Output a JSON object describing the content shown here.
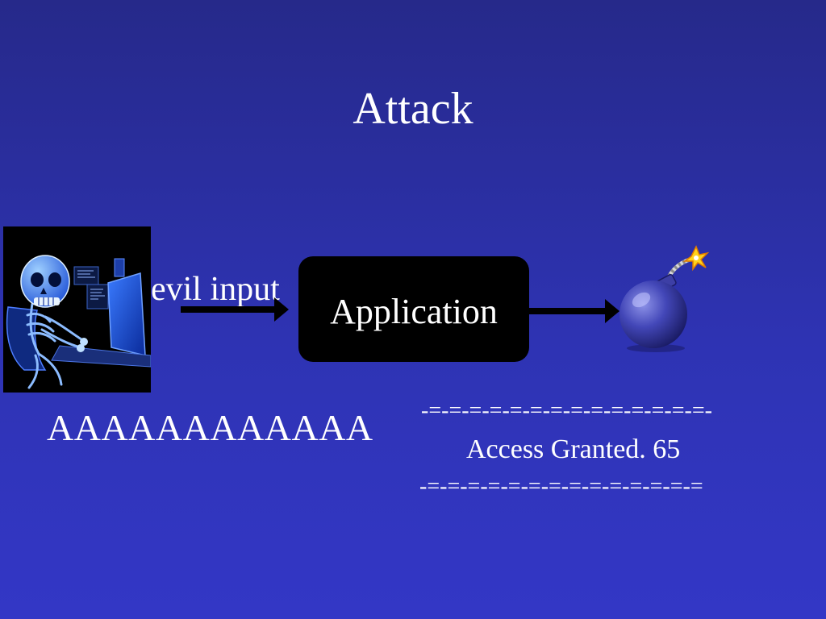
{
  "slide": {
    "title": "Attack",
    "input_label": "evil input",
    "process_label": "Application",
    "payload": "AAAAAAAAAAAA",
    "output": {
      "separator_top": "-=-=-=-=-=-=-=-=-=-=-=-=-=-=-",
      "message": "Access Granted. 65",
      "separator_bottom": "-=-=-=-=-=-=-=-=-=-=-=-=-=-="
    }
  },
  "icons": {
    "attacker": "hacker-skeleton-icon",
    "outcome": "bomb-icon"
  },
  "colors": {
    "background_top": "#26298a",
    "background_bottom": "#3337c6",
    "text": "#ffffff",
    "arrow": "#000000",
    "box": "#000000",
    "bomb": "#2a2c8c"
  }
}
